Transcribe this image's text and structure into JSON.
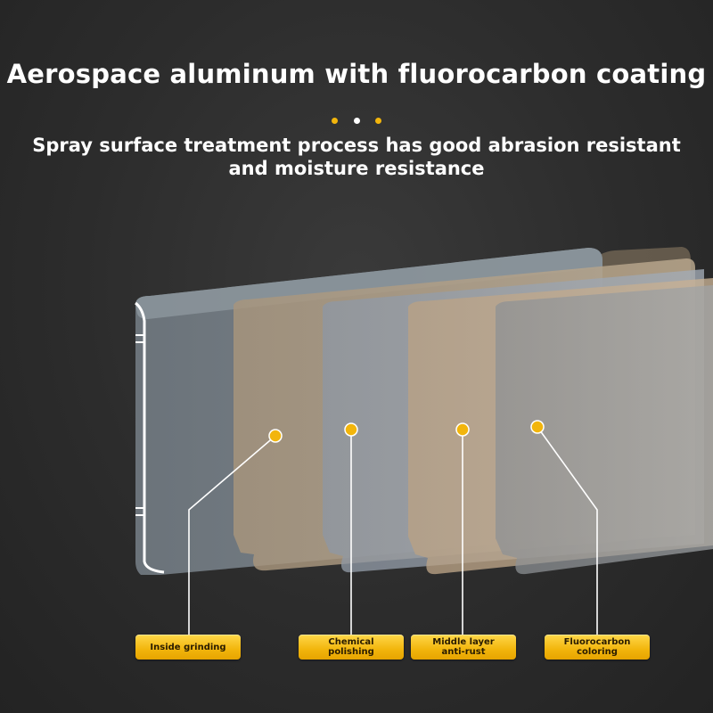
{
  "heading": {
    "title": "Aerospace aluminum with fluorocarbon coating",
    "subtitle_line1": "Spray surface treatment process has good abrasion resistant",
    "subtitle_line2": "and moisture resistance"
  },
  "colors": {
    "accent": "#f2b50c",
    "dot_white": "#ffffff",
    "background": "#2c2c2c"
  },
  "layers": [
    {
      "label": "Inside grinding"
    },
    {
      "label": "Chemical\npolishing"
    },
    {
      "label": "Middle layer\nanti-rust"
    },
    {
      "label": "Fluorocarbon\ncoloring"
    }
  ]
}
